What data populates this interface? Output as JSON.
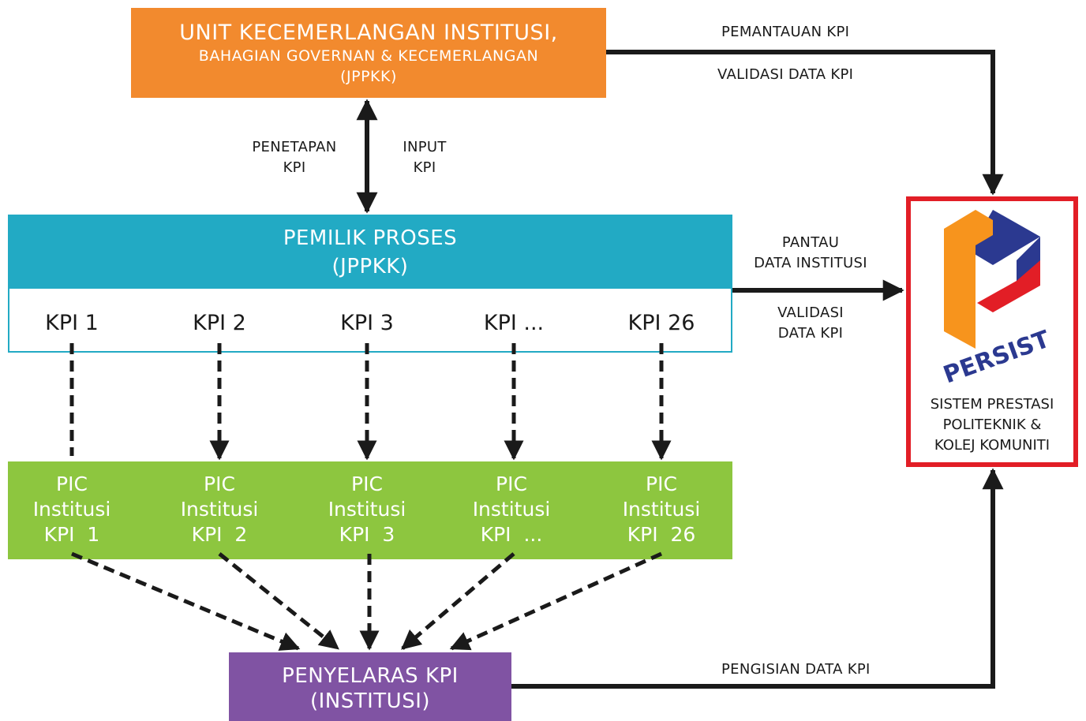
{
  "top_box": {
    "line1": "UNIT KECEMERLANGAN INSTITUSI,",
    "line2": "BAHAGIAN GOVERNAN & KECEMERLANGAN",
    "line3": "(JPPKK)"
  },
  "owner_box": {
    "line1": "PEMILIK PROSES",
    "line2": "(JPPKK)"
  },
  "kpis": [
    "KPI 1",
    "KPI 2",
    "KPI 3",
    "KPI ...",
    "KPI 26"
  ],
  "pics": [
    {
      "l1": "PIC",
      "l2": "Institusi",
      "l3": "KPI  1"
    },
    {
      "l1": "PIC",
      "l2": "Institusi",
      "l3": "KPI  2"
    },
    {
      "l1": "PIC",
      "l2": "Institusi",
      "l3": "KPI  3"
    },
    {
      "l1": "PIC",
      "l2": "Institusi",
      "l3": "KPI  ..."
    },
    {
      "l1": "PIC",
      "l2": "Institusi",
      "l3": "KPI  26"
    }
  ],
  "sync_box": {
    "line1": "PENYELARAS KPI",
    "line2": "(INSTITUSI)"
  },
  "labels": {
    "pemantauan": "PEMANTAUAN KPI",
    "validasi_top": "VALIDASI DATA KPI",
    "penetapan_1": "PENETAPAN",
    "penetapan_2": "KPI",
    "input_1": "INPUT",
    "input_2": "KPI",
    "pantau_1": "PANTAU",
    "pantau_2": "DATA INSTITUSI",
    "validasi_mid_1": "VALIDASI",
    "validasi_mid_2": "DATA KPI",
    "pengisian": "PENGISIAN DATA KPI"
  },
  "persist": {
    "logo_text": "PERSIST",
    "caption_1": "SISTEM PRESTASI",
    "caption_2": "POLITEKNIK &",
    "caption_3": "KOLEJ KOMUNITI"
  },
  "colors": {
    "orange": "#f28a2e",
    "teal": "#22aac4",
    "green": "#8dc63f",
    "purple": "#8053a3",
    "red": "#e21e26",
    "navy": "#2b3990"
  }
}
